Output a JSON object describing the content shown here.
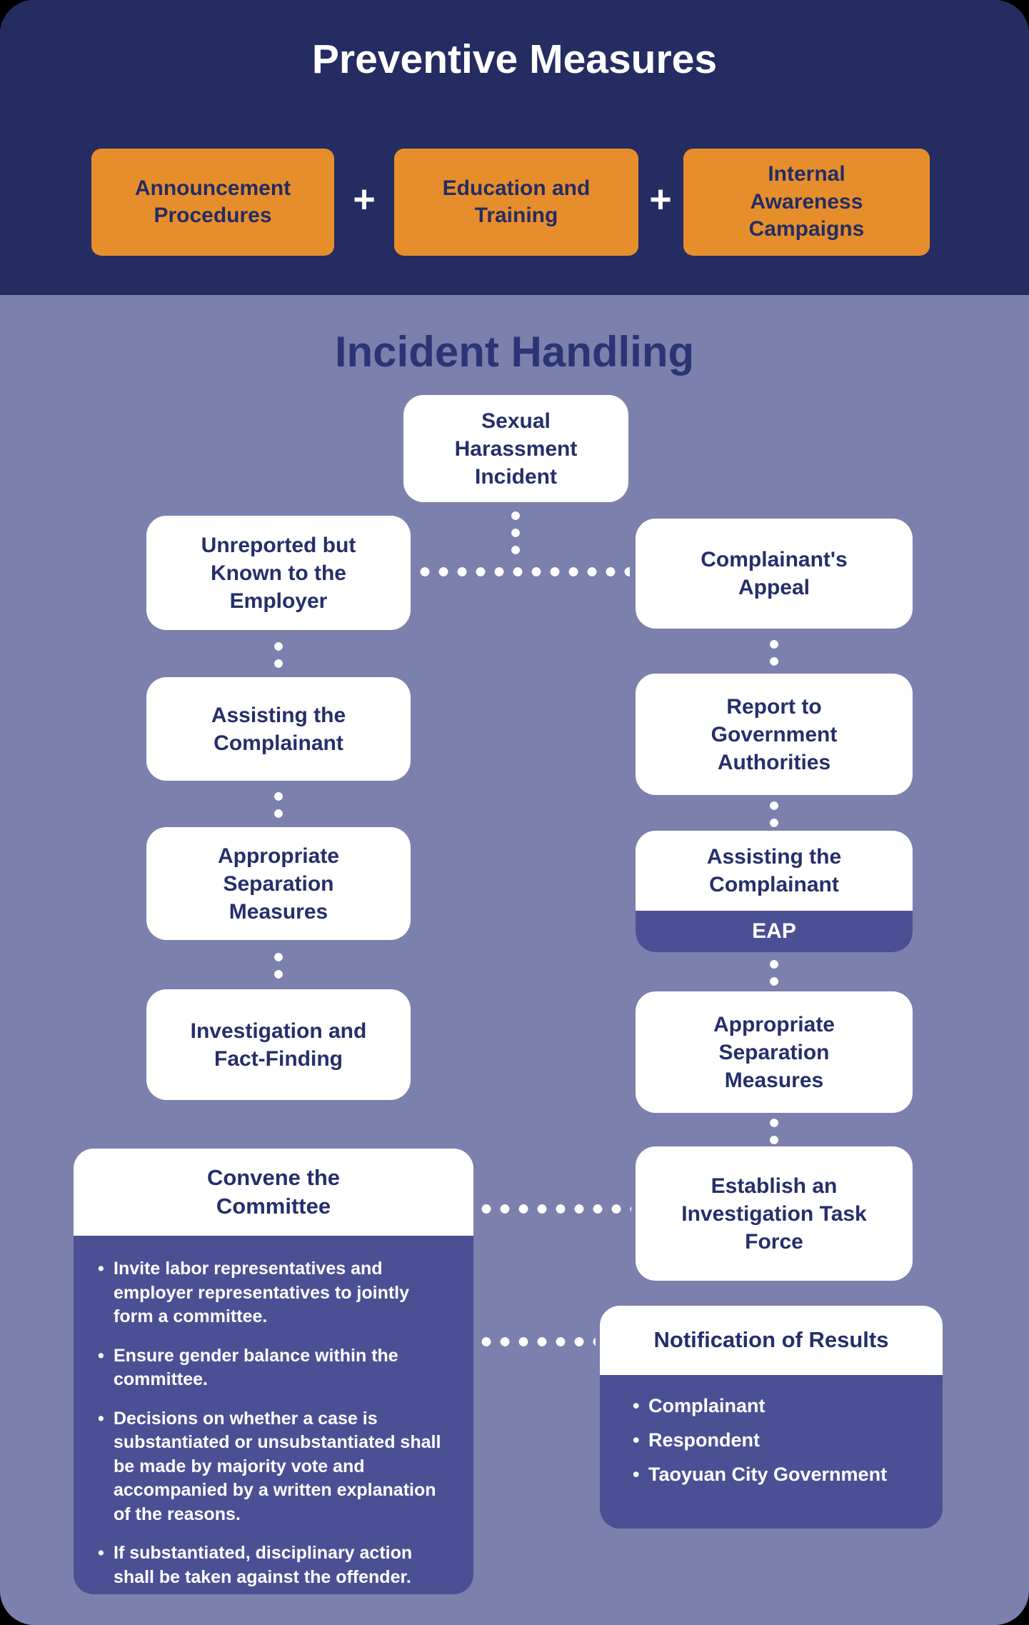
{
  "colors": {
    "header_navy": "#242c62",
    "accent_orange": "#e78e2c",
    "background_purple": "#7b80ad",
    "box_purple": "#4b5095",
    "node_text_navy": "#262e6b",
    "node_white": "#ffffff"
  },
  "preventive": {
    "title": "Preventive Measures",
    "plus": "+",
    "items": [
      {
        "label": "Announcement\nProcedures"
      },
      {
        "label": "Education and\nTraining"
      },
      {
        "label": "Internal\nAwareness\nCampaigns"
      }
    ]
  },
  "incident": {
    "title": "Incident Handling",
    "root": {
      "label": "Sexual\nHarassment\nIncident"
    },
    "left": {
      "unreported": {
        "label": "Unreported but\nKnown to the\nEmployer"
      },
      "assisting": {
        "label": "Assisting the\nComplainant"
      },
      "separation": {
        "label": "Appropriate\nSeparation\nMeasures"
      },
      "investigation": {
        "label": "Investigation and\nFact-Finding"
      },
      "committee": {
        "label": "Convene the\nCommittee",
        "bullets": [
          "Invite labor representatives and employer representatives to jointly form a committee.",
          "Ensure gender balance within the committee.",
          "Decisions on whether a case is substantiated or unsubstantiated shall be made by majority vote and accompanied by a written explanation of the reasons.",
          "If substantiated, disciplinary action shall be taken against the offender."
        ]
      }
    },
    "right": {
      "appeal": {
        "label": "Complainant's\nAppeal"
      },
      "report": {
        "label": "Report to\nGovernment\nAuthorities"
      },
      "assisting": {
        "label": "Assisting the\nComplainant",
        "footer": "EAP"
      },
      "separation": {
        "label": "Appropriate\nSeparation\nMeasures"
      },
      "taskforce": {
        "label": "Establish an\nInvestigation Task\nForce"
      },
      "notification": {
        "label": "Notification of Results",
        "bullets": [
          "Complainant",
          "Respondent",
          "Taoyuan City Government"
        ]
      }
    }
  }
}
